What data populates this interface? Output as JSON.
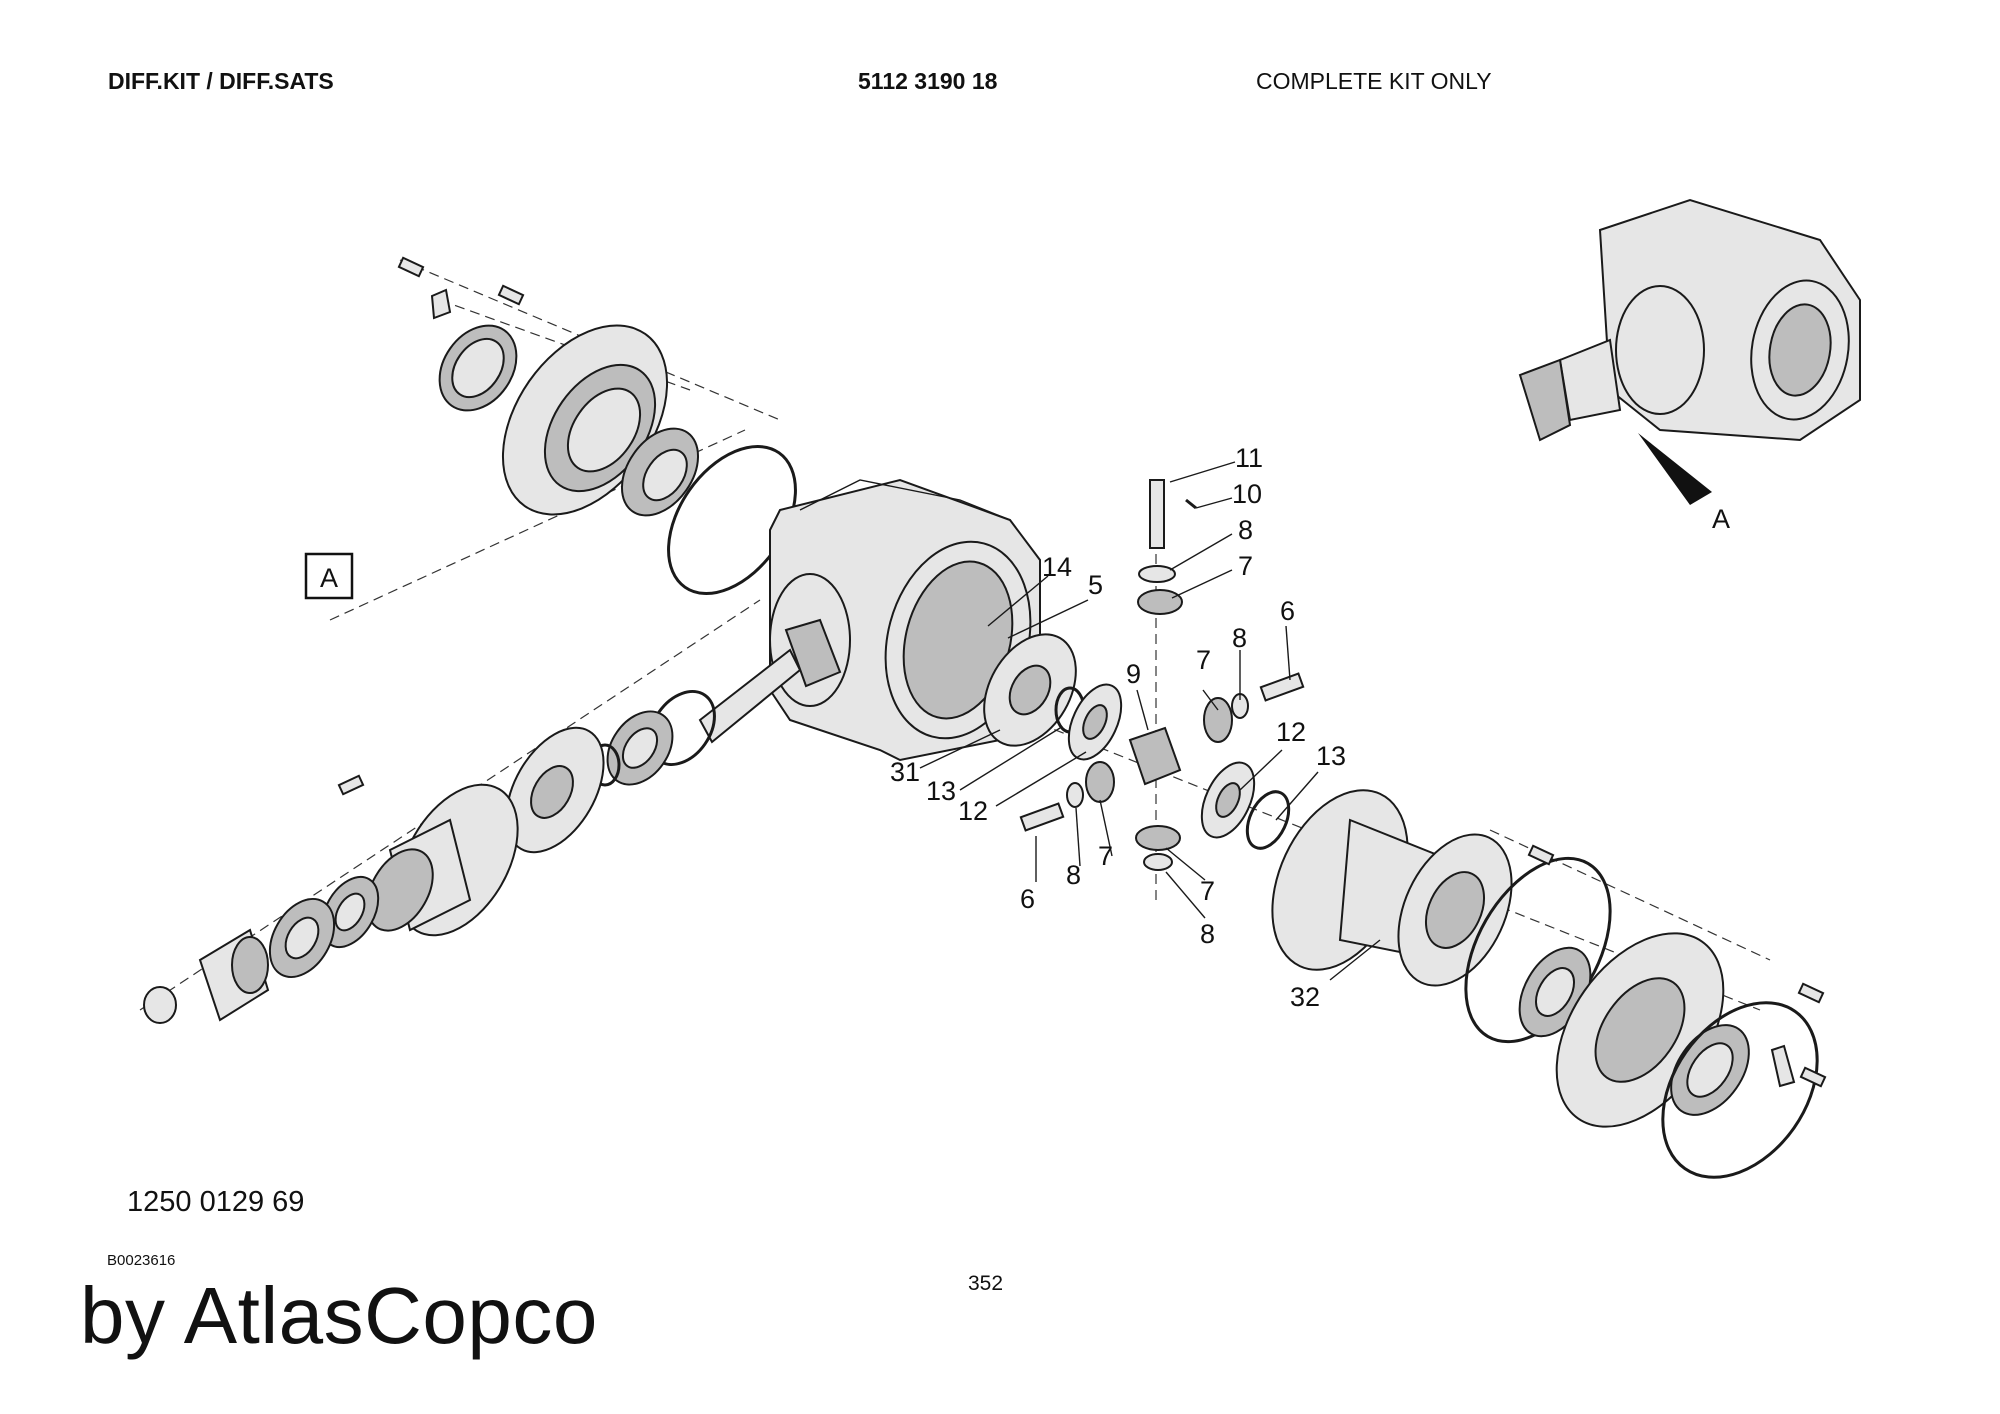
{
  "header": {
    "title": "DIFF.KIT / DIFF.SATS",
    "part_number": "5112 3190 18",
    "note": "COMPLETE KIT ONLY"
  },
  "view_label_box": "A",
  "view_label_arrow": "A",
  "callouts": [
    "11",
    "10",
    "8",
    "7",
    "14",
    "5",
    "6",
    "8",
    "9",
    "7",
    "12",
    "13",
    "31",
    "13",
    "12",
    "6",
    "8",
    "7",
    "7",
    "8",
    "32"
  ],
  "footer": {
    "kit_number": "1250 0129 69",
    "drawing_ref": "B0023616",
    "page": "352",
    "brand": "by AtlasCopco"
  }
}
